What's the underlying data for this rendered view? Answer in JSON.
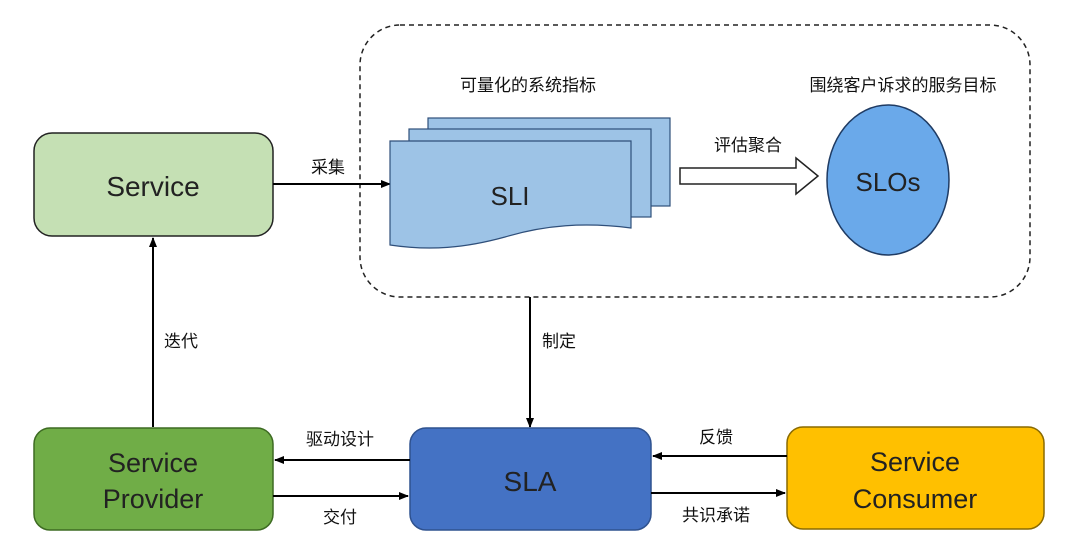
{
  "nodes": {
    "service": {
      "label": "Service",
      "color": "#c5e0b4"
    },
    "sli": {
      "label": "SLI",
      "color": "#9dc3e6"
    },
    "slos": {
      "label": "SLOs",
      "color": "#6aa9ea"
    },
    "sla": {
      "label": "SLA",
      "color": "#4472c4"
    },
    "provider": {
      "line1": "Service",
      "line2": "Provider",
      "color": "#70ad47"
    },
    "consumer": {
      "line1": "Service",
      "line2": "Consumer",
      "color": "#ffc000"
    }
  },
  "captions": {
    "sli_caption": "可量化的系统指标",
    "slos_caption": "围绕客户诉求的服务目标"
  },
  "edges": {
    "collect": "采集",
    "aggregate": "评估聚合",
    "define": "制定",
    "iterate": "迭代",
    "drive_design": "驱动设计",
    "deliver": "交付",
    "feedback": "反馈",
    "consensus": "共识承诺"
  }
}
